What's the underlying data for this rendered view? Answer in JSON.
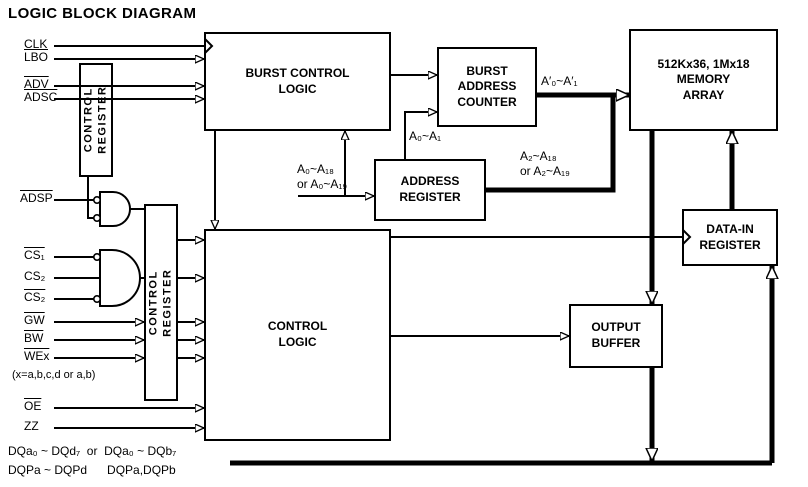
{
  "title": "LOGIC BLOCK DIAGRAM",
  "signals": {
    "clk": "CLK",
    "lbo": "LBO",
    "adv": "ADV",
    "adsc": "ADSC",
    "adsp": "ADSP",
    "cs1": "CS₁",
    "cs2": "CS₂",
    "cs2b": "CS₂",
    "gw": "GW",
    "bw": "BW",
    "wex": "WEx",
    "wex_note": "(x=a,b,c,d or a,b)",
    "oe": "OE",
    "zz": "ZZ"
  },
  "blocks": {
    "control_register_1": "CONTROL\nREGISTER",
    "burst_control_logic": "BURST CONTROL\nLOGIC",
    "burst_address_counter": "BURST\nADDRESS\nCOUNTER",
    "memory_array": "512Kx36, 1Mx18\nMEMORY\nARRAY",
    "address_register": "ADDRESS\nREGISTER",
    "control_register_2": "CONTROL REGISTER",
    "control_logic": "CONTROL\nLOGIC",
    "output_buffer": "OUTPUT\nBUFFER",
    "data_in_register": "DATA-IN\nREGISTER"
  },
  "bus_labels": {
    "a0_a1": "A₀~A₁",
    "a0_a18": "A₀~A₁₈\nor A₀~A₁₉",
    "a_prime": "A′₀~A′₁",
    "a2_a18": "A₂~A₁₈\nor A₂~A₁₉"
  },
  "dq_labels": {
    "line1": "DQa₀ ~ DQd₇  or  DQa₀ ~ DQb₇",
    "line2": "DQPa ~ DQPd      DQPa,DQPb"
  },
  "colors": {
    "ink": "#000000",
    "background": "#ffffff"
  }
}
